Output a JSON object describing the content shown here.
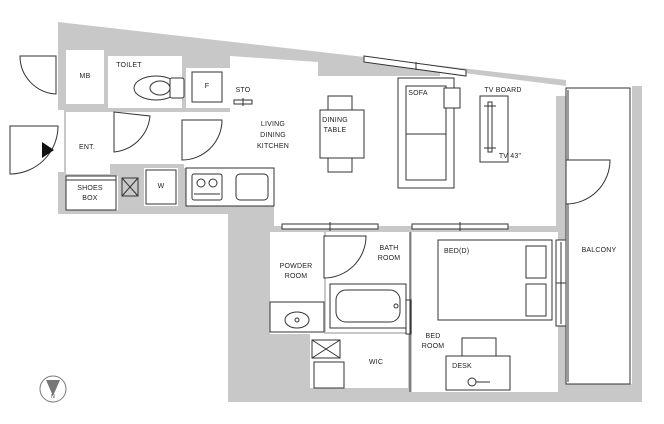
{
  "colors": {
    "wall": "#c8c8c8",
    "floor": "#ffffff",
    "line": "#333333",
    "fixture": "#9a9a9a",
    "north": "#777777"
  },
  "labels": {
    "mb": "MB",
    "toilet": "TOILET",
    "f": "F",
    "sto": "STO",
    "ent": "ENT.",
    "living_line1": "LIVING",
    "living_line2": "DINING",
    "living_line3": "KITCHEN",
    "dining_table_line1": "DINING",
    "dining_table_line2": "TABLE",
    "sofa": "SOFA",
    "tv_board": "TV BOARD",
    "tv": "TV 43\"",
    "shoes_line1": "SHOES",
    "shoes_line2": "BOX",
    "w": "W",
    "bath_line1": "BATH",
    "bath_line2": "ROOM",
    "powder_line1": "POWDER",
    "powder_line2": "ROOM",
    "bed": "BED(D)",
    "balcony": "BALCONY",
    "bedroom_line1": "BED",
    "bedroom_line2": "ROOM",
    "wic": "WIC",
    "desk": "DESK",
    "north": "N"
  },
  "icons": [
    "north-arrow-icon",
    "door-swing-icon",
    "toilet-icon",
    "bathtub-icon",
    "sink-icon",
    "stove-icon",
    "bed-icon"
  ]
}
